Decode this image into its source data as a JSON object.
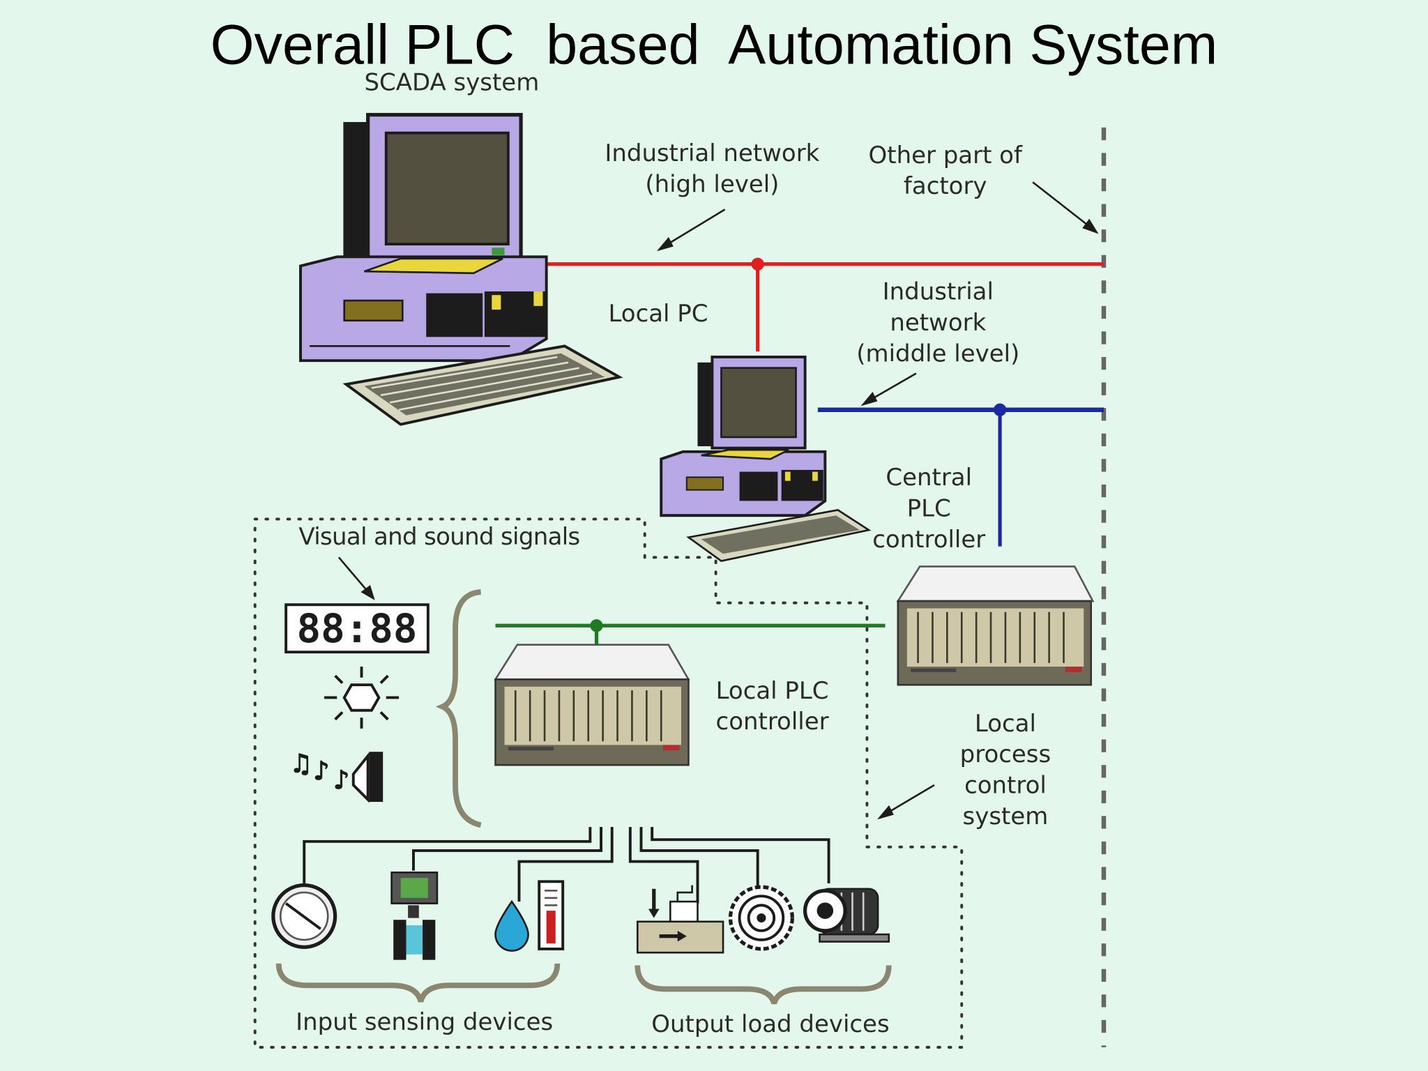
{
  "title": "Overall PLC  based  Automation System",
  "labels": {
    "scada": "SCADA system",
    "net_high": "Industrial network\n(high level)",
    "other_part": "Other part of\nfactory",
    "local_pc": "Local PC",
    "net_middle": "Industrial\nnetwork\n(middle level)",
    "central_plc": "Central\nPLC\ncontroller",
    "visual_sound": "Visual and sound signals",
    "clock_display": "88:88",
    "local_plc": "Local PLC\ncontroller",
    "local_process": "Local\nprocess\ncontrol\nsystem",
    "input_devices": "Input sensing devices",
    "output_devices": "Output load devices"
  },
  "colors": {
    "background": "#e4f7ec",
    "high_level_network": "#e02020",
    "middle_level_network": "#1a2ba0",
    "local_network": "#1f7a22",
    "computer_body": "#b9a8e6",
    "plc_body": "#cfc8a8"
  },
  "icons": [
    "scada-computer-icon",
    "local-pc-icon",
    "central-plc-icon",
    "local-plc-icon",
    "digital-clock-icon",
    "lamp-icon",
    "siren-speaker-icon",
    "pressure-gauge-icon",
    "flow-transmitter-icon",
    "liquid-drop-icon",
    "thermometer-icon",
    "valve-actuator-icon",
    "gear-wheel-icon",
    "electric-motor-icon"
  ]
}
